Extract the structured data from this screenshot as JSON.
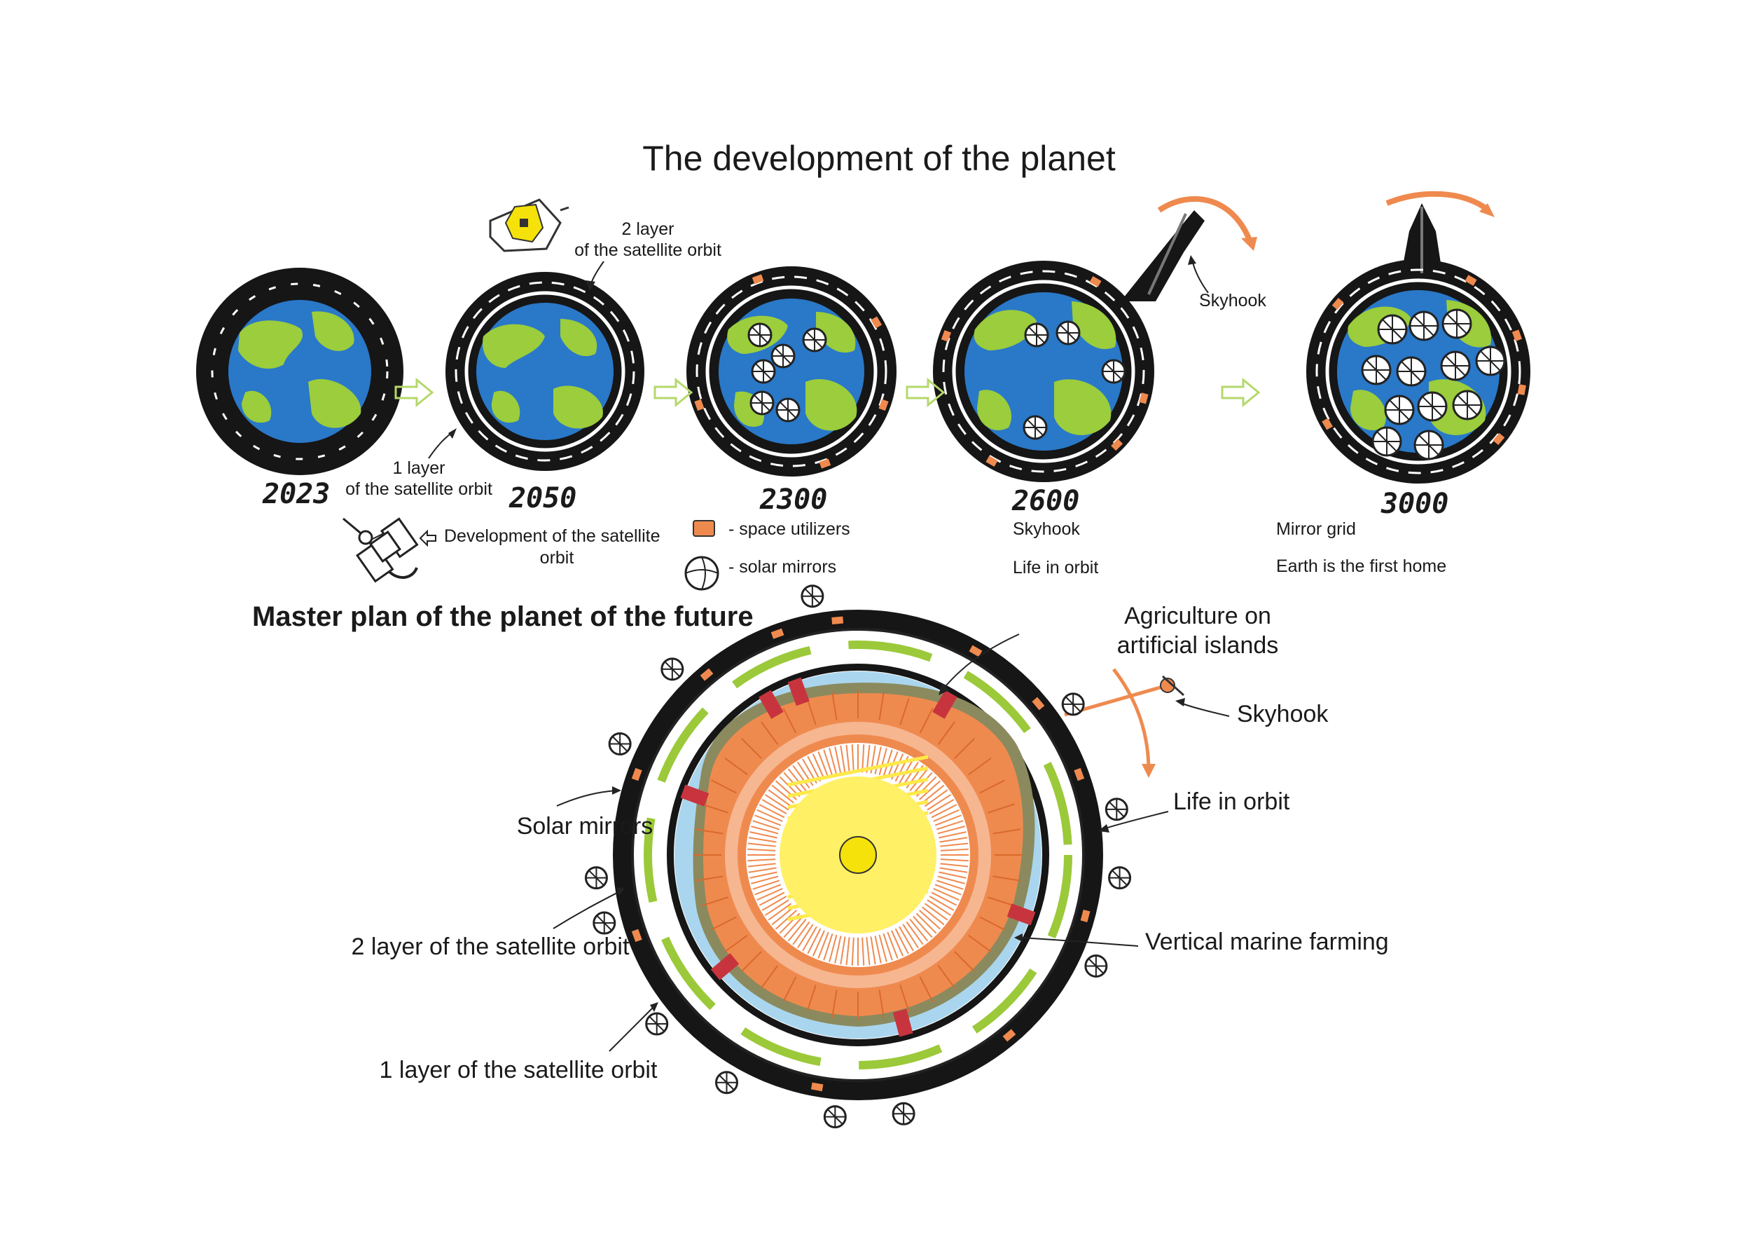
{
  "title": "The development of the planet",
  "subtitle": "Master plan of the planet of the future",
  "stages": [
    {
      "year": "2023"
    },
    {
      "year": "2050",
      "orbit_label_top_1": "2 layer",
      "orbit_label_top_2": "of the satellite orbit",
      "orbit_label_bottom_1": "1 layer",
      "orbit_label_bottom_2": "of the satellite orbit"
    },
    {
      "year": "2300"
    },
    {
      "year": "2600",
      "hook_label": "Skyhook"
    },
    {
      "year": "3000"
    }
  ],
  "legend": {
    "satellite_line1": "Development of the satellite",
    "satellite_line2": "orbit",
    "space_utilizers": "- space utilizers",
    "solar_mirrors": "- solar mirrors"
  },
  "stage_notes": {
    "s2600_line1": "Skyhook",
    "s2600_line2": "Life in orbit",
    "s3000_line1": "Mirror grid",
    "s3000_line2": "Earth is the first home"
  },
  "master_labels": {
    "agriculture_line1": "Agriculture on",
    "agriculture_line2": "artificial islands",
    "skyhook": "Skyhook",
    "life_in_orbit": "Life in orbit",
    "solar_mirrors": "Solar mirrors",
    "vertical_marine": "Vertical marine farming",
    "orbit_layer_2": "2 layer of the satellite orbit",
    "orbit_layer_1": "1 layer of the satellite orbit"
  },
  "colors": {
    "ring": "#161616",
    "ocean": "#2a78c8",
    "land": "#9bcd3c",
    "orange": "#ef8a4f",
    "orange_light": "#f6b690",
    "yellow": "#fff066",
    "core": "#f5e20a",
    "water_ring": "#a9d6ee",
    "green_bar": "#9bc93a",
    "red_block": "#c8343d",
    "arrow": "#b5d86b"
  }
}
